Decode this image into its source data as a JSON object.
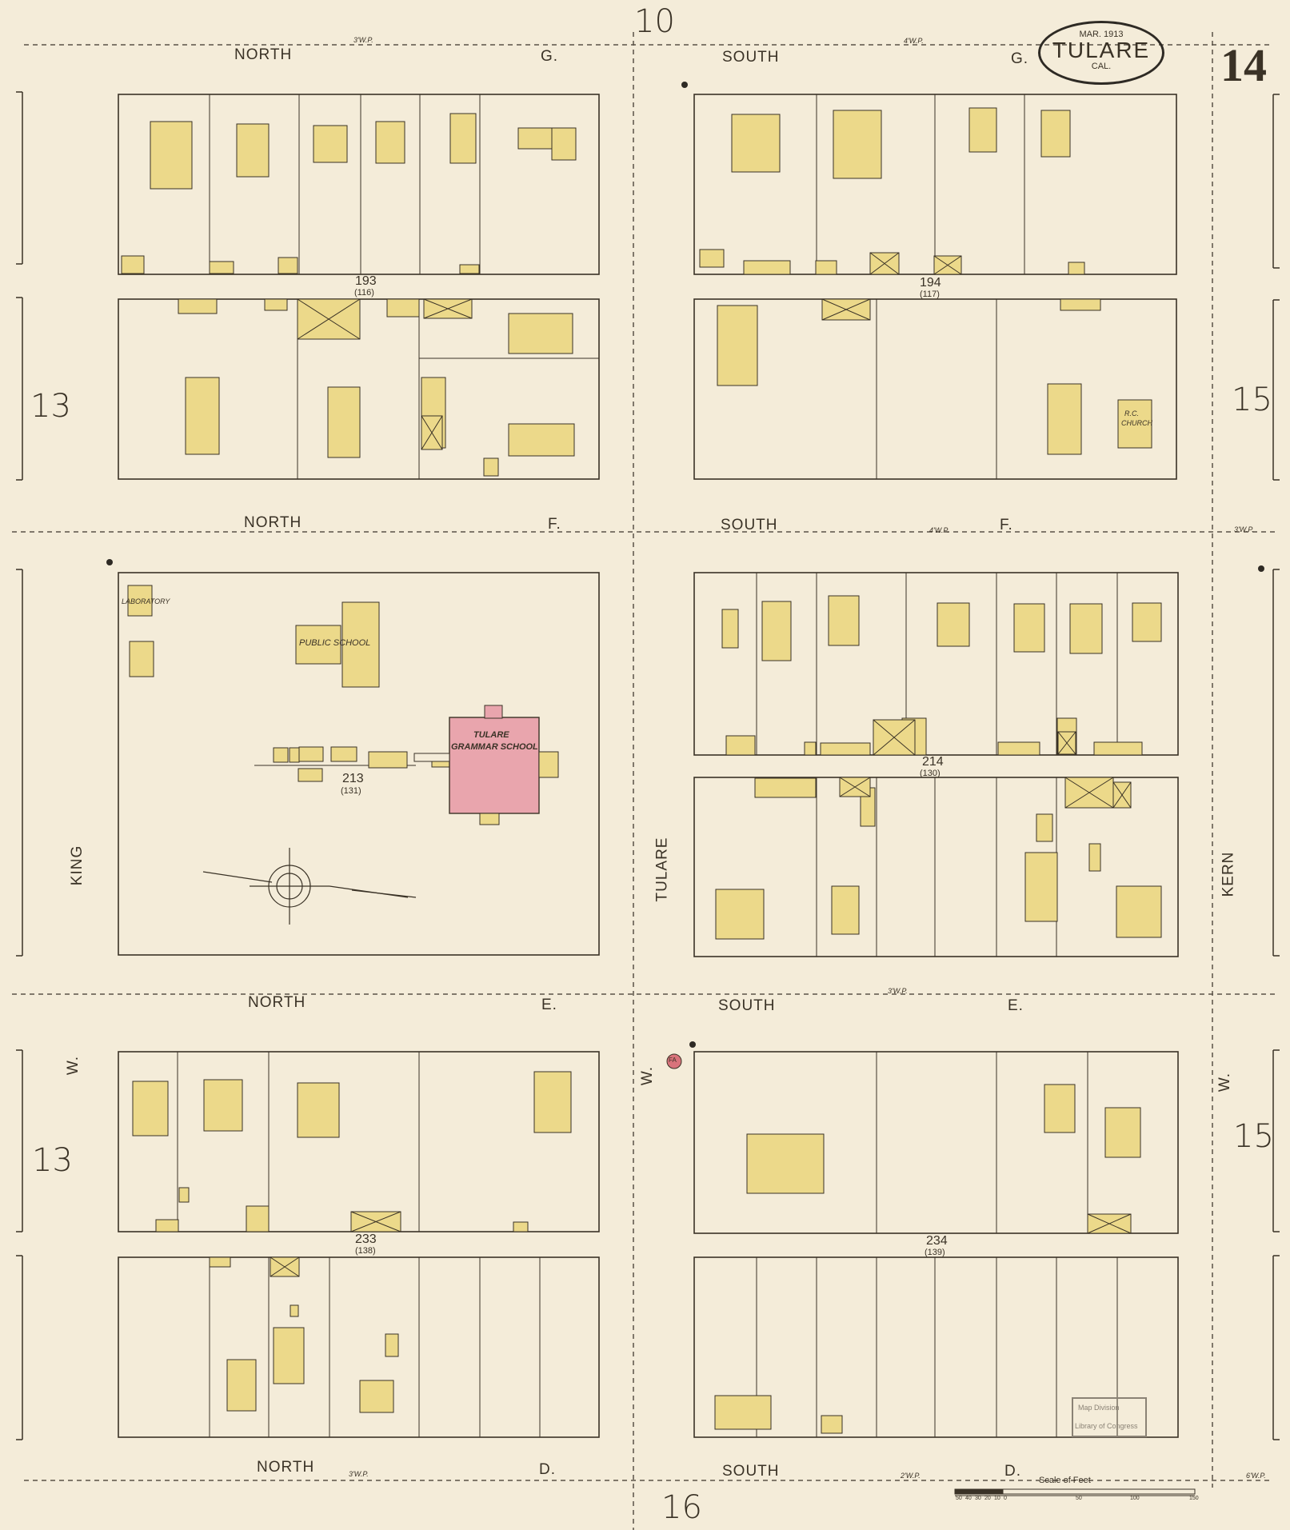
{
  "sheet": {
    "number": "14",
    "title_city": "TULARE",
    "title_state": "CAL.",
    "date": "MAR. 1913",
    "adjoining_top": "10",
    "adjoining_bottom": "16",
    "adjoining_left": [
      "13",
      "13"
    ],
    "adjoining_right": [
      "15",
      "15"
    ]
  },
  "streets": {
    "north_g": "NORTH",
    "south_g": "SOUTH",
    "g": "G.",
    "north_f": "NORTH",
    "south_f": "SOUTH",
    "f": "F.",
    "north_e": "NORTH",
    "south_e": "SOUTH",
    "e": "E.",
    "north_d": "NORTH",
    "south_d": "SOUTH",
    "d": "D.",
    "king": "KING",
    "tulare": "TULARE",
    "kern": "KERN",
    "w_left": "W.",
    "w_mid": "W.",
    "w_right": "W."
  },
  "blocks": {
    "b193": "193",
    "b193_old": "(116)",
    "b194": "194",
    "b194_old": "(117)",
    "b213": "213",
    "b213_old": "(131)",
    "b214": "214",
    "b214_old": "(130)",
    "b233": "233",
    "b233_old": "(138)",
    "b234": "234",
    "b234_old": "(139)"
  },
  "labels": {
    "grammar_school_1": "TULARE",
    "grammar_school_2": "GRAMMAR SCHOOL",
    "public_school": "PUBLIC SCHOOL",
    "laboratory": "LABORATORY",
    "rc_church_1": "R.C.",
    "rc_church_2": "CHURCH",
    "fire_alarm": "FA",
    "stamp_1": "Map Division",
    "stamp_2": "Library of Congress"
  },
  "scale": {
    "title": "Scale of Feet",
    "ticks": [
      "50",
      "40",
      "30",
      "20",
      "10",
      "0",
      "50",
      "100",
      "150"
    ]
  },
  "widths": {
    "w3": "3'W.P.",
    "w4": "4'W.P.",
    "w2": "2'W.P.",
    "w6": "6'W.P."
  },
  "colors": {
    "paper": "#f4ecd9",
    "frame_building": "#ecd98a",
    "brick_building": "#e9a5ad",
    "line": "#3a3226",
    "fire_alarm": "#d9737b"
  }
}
